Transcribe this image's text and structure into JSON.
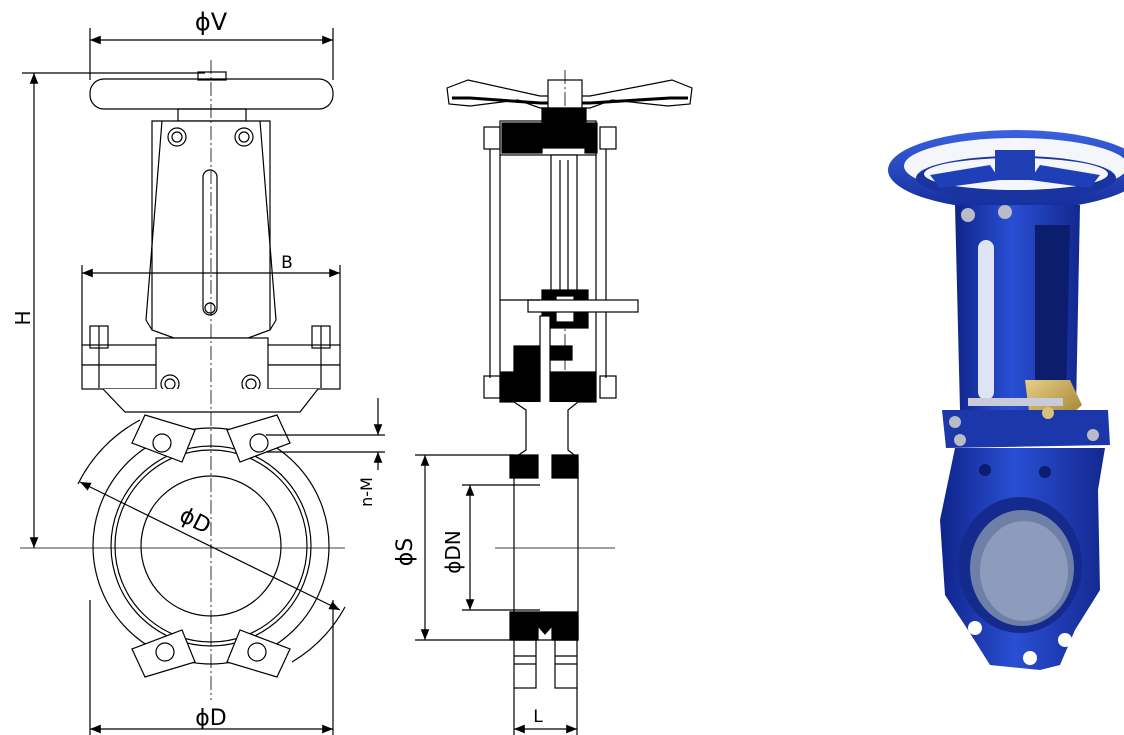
{
  "front_view": {
    "dim_handwheel_diameter": "ϕV",
    "dim_height": "H",
    "dim_bonnet_width": "B",
    "dim_bolt_holes": "n-M",
    "dim_flange_diameter": "ϕD",
    "dim_bottom_diameter": "ϕD"
  },
  "side_view": {
    "dim_seat_diameter": "ϕS",
    "dim_nominal_diameter": "ϕDN",
    "dim_length": "L"
  },
  "photo": {
    "description_icon": "knife-gate-valve-photo",
    "body_color": "#1f3fb8",
    "brass_color": "#c8a84a"
  }
}
